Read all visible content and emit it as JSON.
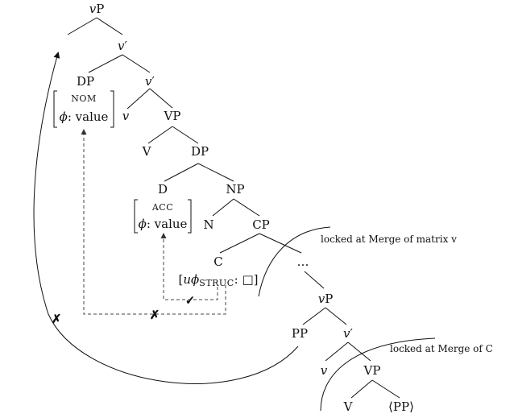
{
  "nodes": {
    "vP_top": {
      "v": "v",
      "rest": "P"
    },
    "vbar1": {
      "v": "v",
      "rest": "′"
    },
    "DP1": "DP",
    "nom_case": "NOM",
    "nom_phi_rest": ": value",
    "vbar2": {
      "v": "v",
      "rest": "′"
    },
    "v_head": "v",
    "VP1": "VP",
    "V1": "V",
    "DP2": "DP",
    "D": "D",
    "NP": "NP",
    "acc_case": "ACC",
    "acc_phi_rest": ": value",
    "N": "N",
    "CP": "CP",
    "C": "C",
    "probe": {
      "u": "u",
      "sub": "STRUC",
      "rest": ": □]"
    },
    "ellipsis": "…",
    "vP_low": {
      "v": "v",
      "rest": "P"
    },
    "PP": "PP",
    "vbar3": {
      "v": "v",
      "rest": "′"
    },
    "v_low": "v",
    "VP2": "VP",
    "V2": "V",
    "PP_trace": "⟨PP⟩"
  },
  "annotations": {
    "phase_matrix": "locked at Merge of matrix v",
    "phase_C": "locked at Merge of C",
    "check_mark": "✓",
    "cross_dashed": "✗",
    "cross_arc": "✗"
  }
}
